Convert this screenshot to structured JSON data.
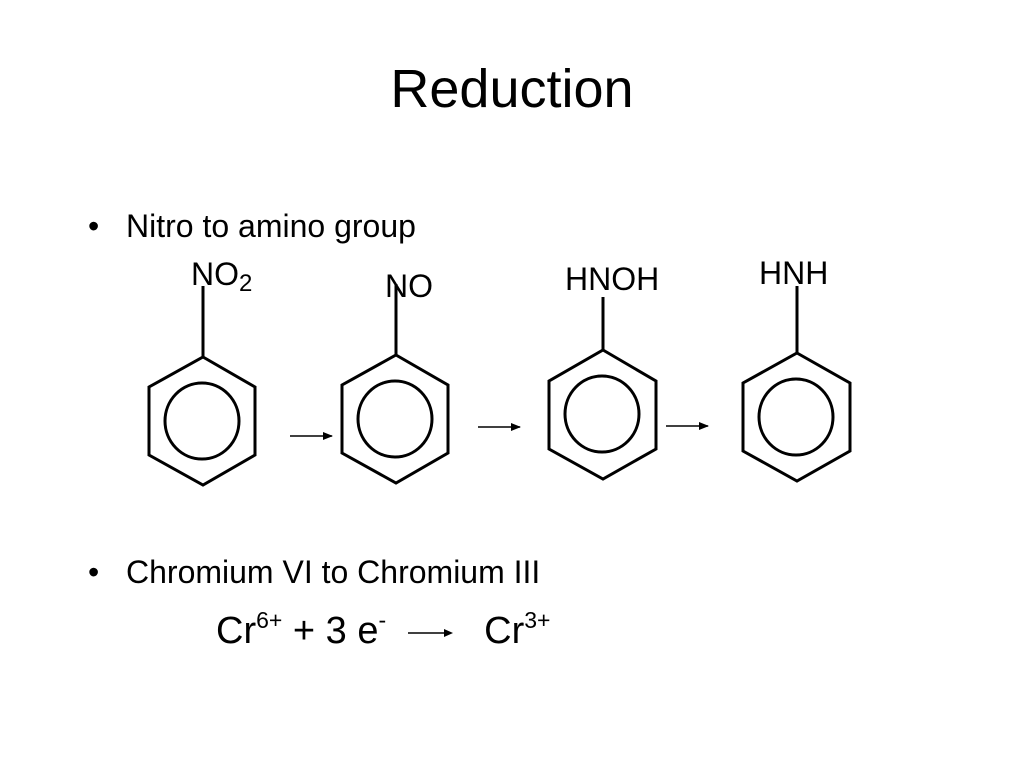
{
  "slide": {
    "title": "Reduction",
    "bullet_char": "•",
    "bullets": [
      "Nitro to amino group",
      "Chromium VI to Chromium III"
    ]
  },
  "molecules": [
    {
      "label_main": "NO",
      "label_sub": "2"
    },
    {
      "label_main": "NO",
      "label_sub": ""
    },
    {
      "label_main": "HNOH",
      "label_sub": ""
    },
    {
      "label_main": "HNH",
      "label_sub": ""
    }
  ],
  "equation": {
    "reactant": "Cr",
    "reactant_charge": "6+",
    "plus_electrons": " + 3 e",
    "electron_charge": "-",
    "product": "Cr",
    "product_charge": "3+"
  }
}
